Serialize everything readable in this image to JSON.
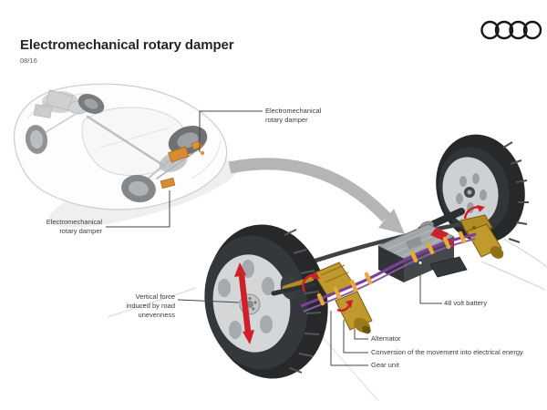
{
  "header": {
    "title": "Electromechanical rotary damper",
    "date": "08/16"
  },
  "labels": {
    "damper_top": "Electromechanical\nrotary damper",
    "damper_left": "Electromechanical\nrotary damper",
    "vertical_force": "Vertical force\ninduced by road\nunevenness",
    "battery": "48 volt battery",
    "alternator": "Alternator",
    "conversion": "Conversion of the movement into electrical energy",
    "gear_unit": "Gear unit"
  },
  "icons": {
    "brand": "audi-rings-icon",
    "zoom_arrow": "curved-zoom-arrow-icon",
    "force_arrow": "red-double-arrow-icon",
    "rotation_arrow": "red-rotation-arrow-icon"
  },
  "colors": {
    "accent_red": "#ce2029",
    "brass": "#c09a2c",
    "brass_dark": "#8f6f16",
    "cable_purple": "#7d3f98",
    "clip_yellow": "#e7a83c",
    "damper_orange": "#d98a33",
    "arrow_gray": "#b5b5b5",
    "battery_top": "#a2a7aa",
    "battery_front": "#303437",
    "tire_dark": "#26282a",
    "rim_silver": "#d4d6d8",
    "leader_line": "#454545",
    "title_text": "#262626",
    "label_text": "#3c3c3c"
  }
}
